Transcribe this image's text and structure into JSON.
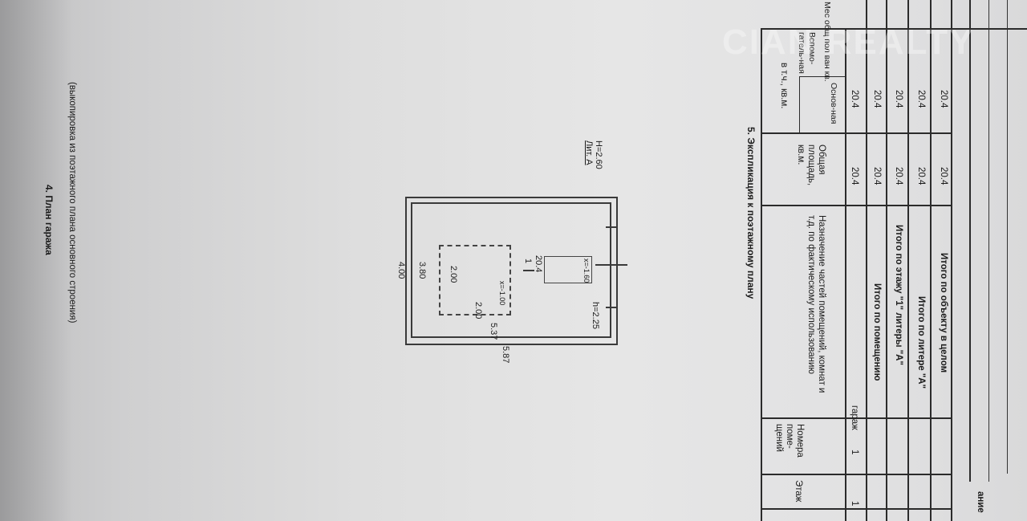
{
  "section4": {
    "title": "4. План гаража",
    "subtitle": "(выкопировка из поэтажного плана основного строения)"
  },
  "plan": {
    "dim_top": "4.00",
    "dim_inner_top": "3.80",
    "dim_left_outer": "5.87",
    "dim_left_inner": "5.37",
    "dim_dash_top": "2.00",
    "dim_dash_left": "2.00",
    "dim_dash_depth": "x=-1.00",
    "area": "20.4",
    "room_no": "1",
    "box_label": "x=-1.60",
    "height_label": "h=2.25",
    "liter": "Лит. А",
    "height_total": "H=2.60"
  },
  "section5": {
    "title": "5. Экспликация к поэтажному плану"
  },
  "table": {
    "headers": {
      "floor": "Этаж",
      "room_numbers": "Номера поме-щений",
      "purpose": "Назначение частей помещений, комнат и т.д. по фактическому использованию",
      "total_area": "Общая площадь, кв.м.",
      "incl": "в т.ч., кв.м.",
      "main": "Основ-ная",
      "aux": "Вспомо-гатель-ная",
      "common": "Мес общ пол ван кв."
    },
    "rows": [
      {
        "floor": "1",
        "no": "1",
        "purpose": "гараж",
        "total": "20.4",
        "main": "20.4"
      },
      {
        "floor": "",
        "no": "",
        "purpose": "Итого по помещению",
        "total": "20.4",
        "main": "20.4"
      },
      {
        "floor": "",
        "no": "",
        "purpose": "Итого по этажу \"1\" литеры \"А\"",
        "total": "20.4",
        "main": "20.4"
      },
      {
        "floor": "",
        "no": "",
        "purpose": "Итого по литере \"А\"",
        "total": "20.4",
        "main": "20.4"
      },
      {
        "floor": "",
        "no": "",
        "purpose": "Итого по объекту в целом",
        "total": "20.4",
        "main": "20.4"
      }
    ]
  },
  "bottom_fragment": "ание",
  "watermark": "CIAN REALTY"
}
